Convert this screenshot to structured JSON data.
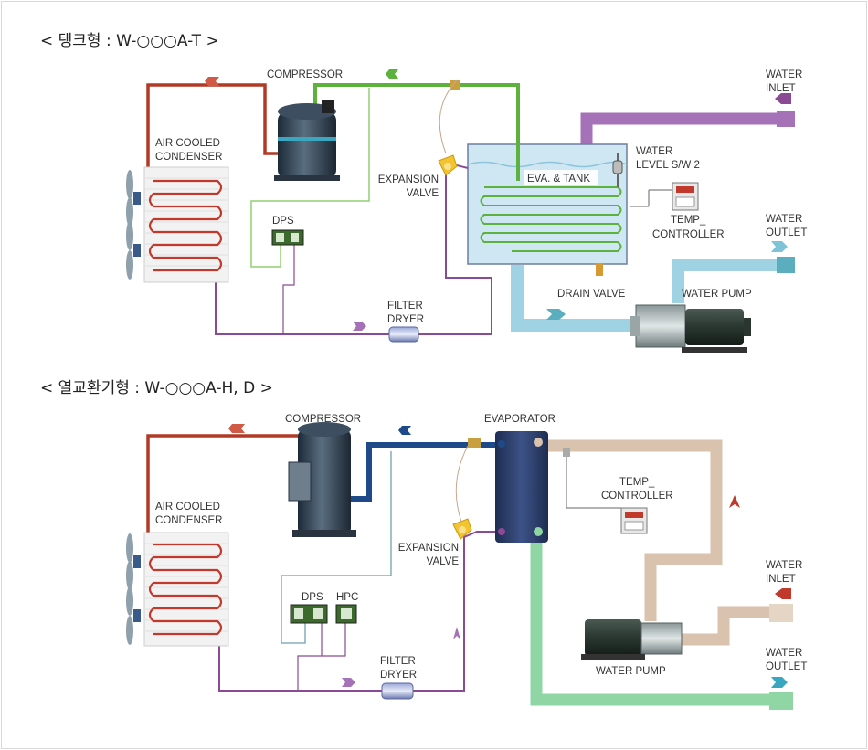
{
  "colors": {
    "hot_gas": "#b23a25",
    "suction_green": "#5cb23c",
    "suction_blue": "#1f4a8a",
    "liquid_purple": "#8a4a94",
    "water_purple": "#a572b8",
    "water_light_blue": "#9fd3e3",
    "water_tan": "#d9c2ae",
    "water_green": "#8fd6a4"
  },
  "diagram1": {
    "title": "< 탱크형 : W-○○○A-T >",
    "compressor": "COMPRESSOR",
    "condenser_line1": "AIR COOLED",
    "condenser_line2": "CONDENSER",
    "expansion_line1": "EXPANSION",
    "expansion_line2": "VALVE",
    "eva_tank": "EVA. & TANK",
    "water_level_line1": "WATER",
    "water_level_line2": "LEVEL S/W 2",
    "temp_line1": "TEMP_",
    "temp_line2": "CONTROLLER",
    "dps": "DPS",
    "filter_line1": "FILTER",
    "filter_line2": "DRYER",
    "drain_valve": "DRAIN VALVE",
    "water_pump": "WATER PUMP",
    "water_inlet_line1": "WATER",
    "water_inlet_line2": "INLET",
    "water_outlet_line1": "WATER",
    "water_outlet_line2": "OUTLET"
  },
  "diagram2": {
    "title": "< 열교환기형 : W-○○○A-H, D >",
    "compressor": "COMPRESSOR",
    "evaporator": "EVAPORATOR",
    "condenser_line1": "AIR COOLED",
    "condenser_line2": "CONDENSER",
    "temp_line1": "TEMP_",
    "temp_line2": "CONTROLLER",
    "expansion_line1": "EXPANSION",
    "expansion_line2": "VALVE",
    "dps": "DPS",
    "hpc": "HPC",
    "filter_line1": "FILTER",
    "filter_line2": "DRYER",
    "water_pump": "WATER PUMP",
    "water_inlet_line1": "WATER",
    "water_inlet_line2": "INLET",
    "water_outlet_line1": "WATER",
    "water_outlet_line2": "OUTLET"
  }
}
